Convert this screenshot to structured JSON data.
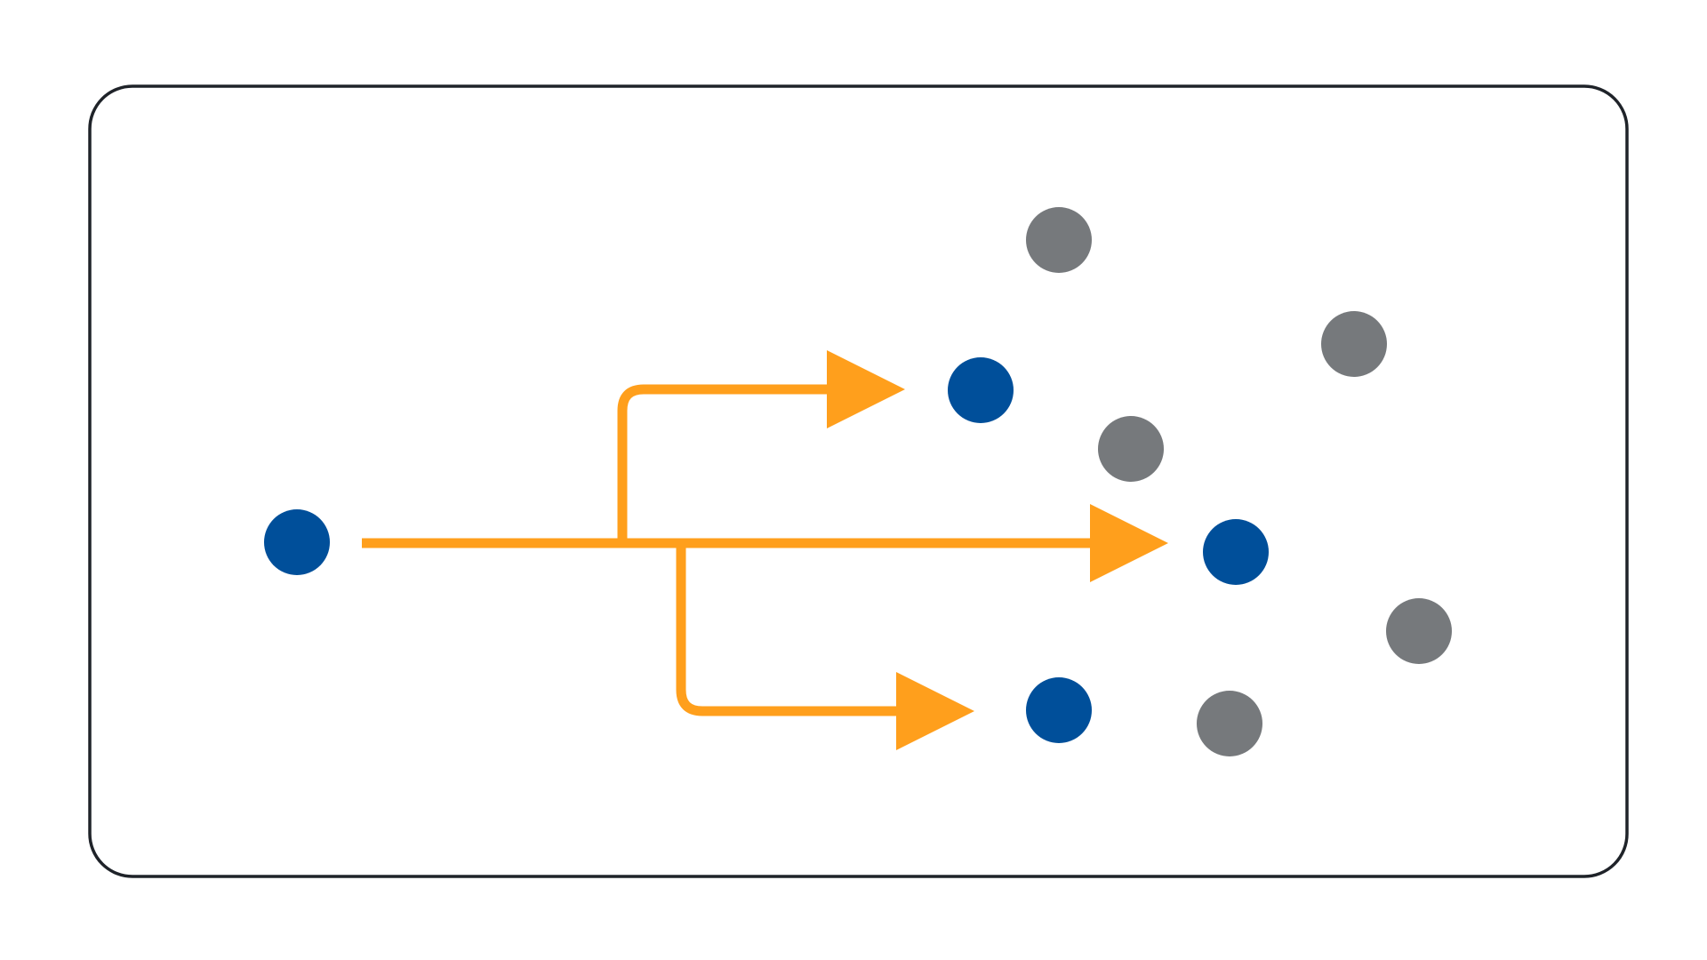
{
  "diagram": {
    "colors": {
      "background": "#ffffff",
      "frame": "#1f2329",
      "arrow": "#ff9f1c",
      "active_node": "#004f9a",
      "inactive_node": "#76797c"
    },
    "source_node": {
      "id": "source",
      "role": "sender",
      "state": "active"
    },
    "target_nodes": [
      {
        "id": "target-top",
        "state": "active"
      },
      {
        "id": "target-middle",
        "state": "active"
      },
      {
        "id": "target-bottom",
        "state": "active"
      }
    ],
    "other_nodes": [
      {
        "id": "other-1",
        "state": "inactive"
      },
      {
        "id": "other-2",
        "state": "inactive"
      },
      {
        "id": "other-3",
        "state": "inactive"
      },
      {
        "id": "other-4",
        "state": "inactive"
      },
      {
        "id": "other-5",
        "state": "inactive"
      }
    ],
    "edges": [
      {
        "from": "source",
        "to": "target-top"
      },
      {
        "from": "source",
        "to": "target-middle"
      },
      {
        "from": "source",
        "to": "target-bottom"
      }
    ]
  }
}
